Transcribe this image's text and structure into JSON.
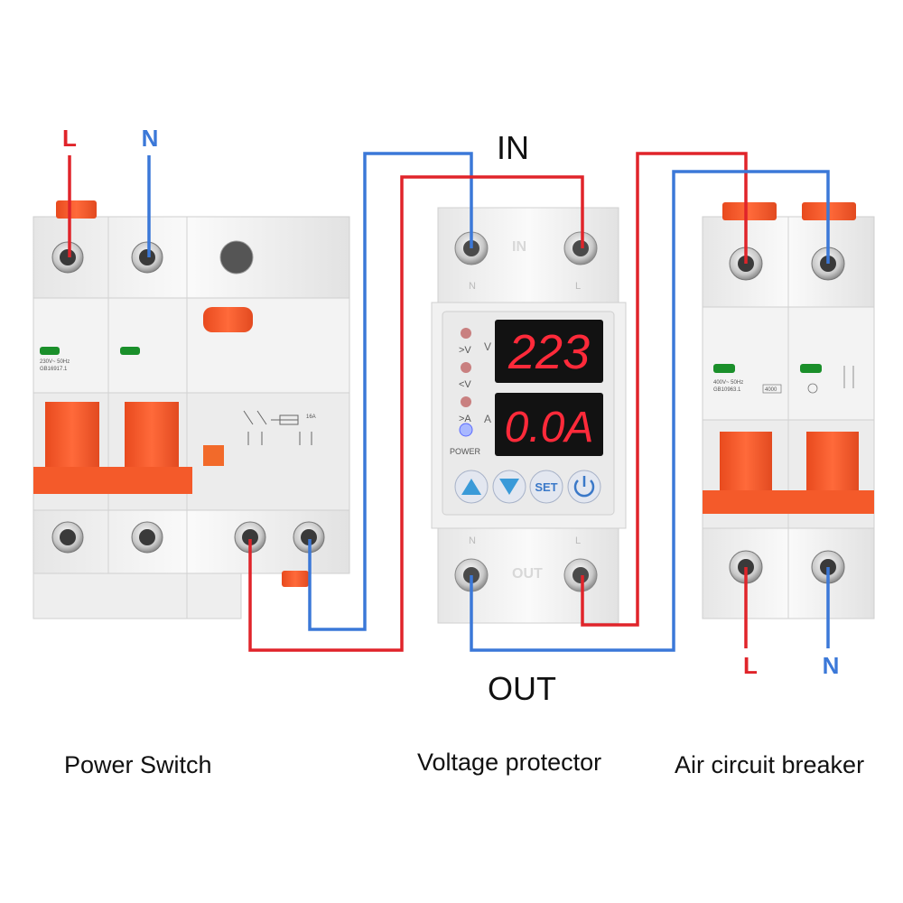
{
  "labels": {
    "in": "IN",
    "out": "OUT",
    "left_l": "L",
    "left_n": "N",
    "right_l": "L",
    "right_n": "N"
  },
  "captions": {
    "power_switch": "Power Switch",
    "voltage_protector": "Voltage protector",
    "air_breaker": "Air circuit breaker"
  },
  "protector": {
    "in_mark": "IN",
    "out_mark": "OUT",
    "term_n": "N",
    "term_l": "L",
    "over_v": ">V",
    "under_v": "<V",
    "over_a": ">A",
    "unit_v": "V",
    "unit_a": "A",
    "power_label": "POWER",
    "voltage_reading": "223",
    "current_reading": "0.0A",
    "set_label": "SET"
  },
  "switch_specs": {
    "line1": "230V~ 50Hz",
    "line2": "GB16917.1",
    "rating": "16A"
  },
  "breaker_specs": {
    "line1": "400V~ 50Hz",
    "line2": "GB10963.1",
    "rating": "4000"
  },
  "colors": {
    "live_wire": "#e0242a",
    "neutral_wire": "#3b78d8",
    "handle": "#f25a2c",
    "display_red": "#ff2a3a"
  }
}
